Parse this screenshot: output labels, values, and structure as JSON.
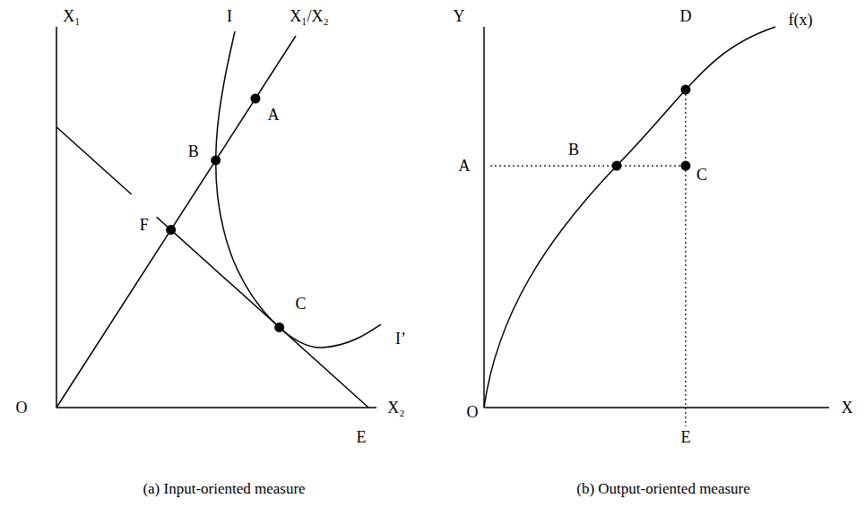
{
  "diagram": {
    "labels": [
      "X₁",
      "I",
      "X₁/X₂",
      "A",
      "B",
      "F",
      "C",
      "I’",
      "O",
      "X₂",
      "E",
      "(a)  Input-oriented measure",
      "Y",
      "D",
      "f(x)",
      "A",
      "B",
      "C",
      "O",
      "X",
      "E",
      "(b) Output-oriented measure"
    ]
  }
}
